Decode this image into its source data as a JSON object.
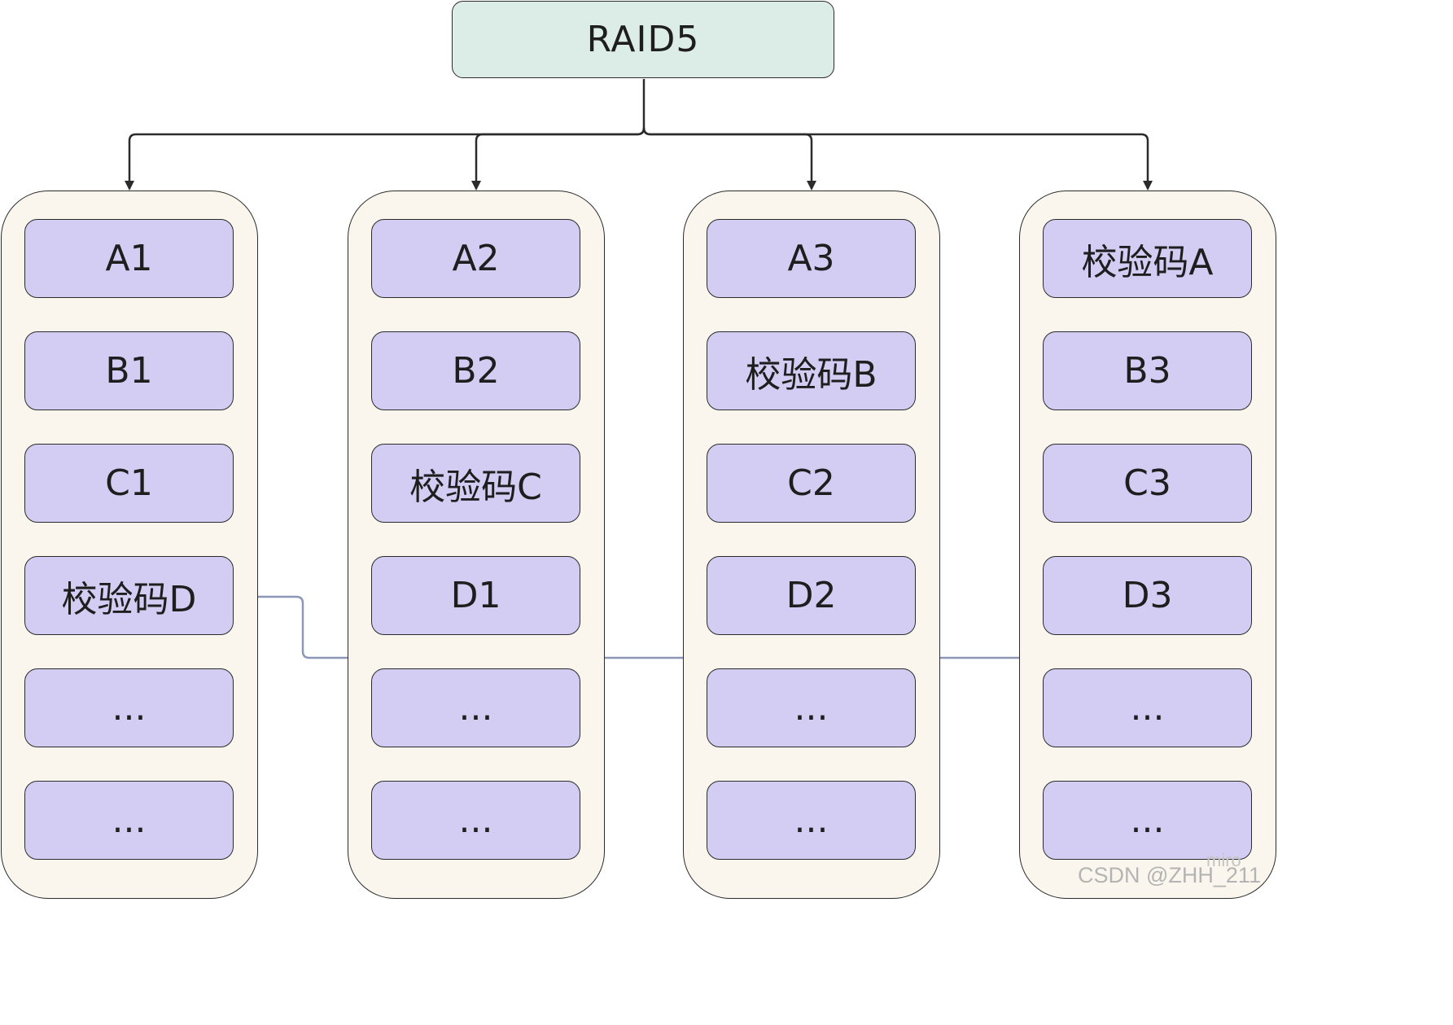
{
  "root": {
    "label": "RAID5"
  },
  "disks": [
    {
      "blocks": [
        "A1",
        "B1",
        "C1",
        "校验码D",
        "...",
        "..."
      ]
    },
    {
      "blocks": [
        "A2",
        "B2",
        "校验码C",
        "D1",
        "...",
        "..."
      ]
    },
    {
      "blocks": [
        "A3",
        "校验码B",
        "C2",
        "D2",
        "...",
        "..."
      ]
    },
    {
      "blocks": [
        "校验码A",
        "B3",
        "C3",
        "D3",
        "...",
        "..."
      ]
    }
  ],
  "colors": {
    "root_fill": "#dcece6",
    "disk_fill": "#faf6ee",
    "block_fill": "#d3cdf4",
    "tree_arrow": "#2b2b2b",
    "parity_arrow": "#8f97b8"
  },
  "watermark": {
    "text": "CSDN @ZHH_211",
    "brand": "miro"
  }
}
